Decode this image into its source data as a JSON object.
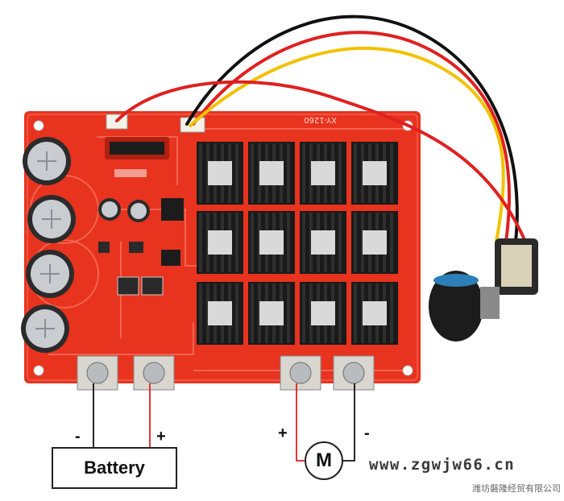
{
  "board": {
    "model_label": "XY-1260"
  },
  "wiring": {
    "battery_label": "Battery",
    "battery_negative": "-",
    "battery_positive": "+",
    "motor_label": "M",
    "motor_positive": "+",
    "motor_negative": "-"
  },
  "watermark": {
    "website": "www.zgwjw66.cn",
    "company": "潍坊磐隆经贸有限公司"
  },
  "colors": {
    "pcb": "#e8331f",
    "heatsink": "#1a1a1a",
    "wire_red": "#e02020",
    "wire_yellow": "#f2c200",
    "wire_black": "#111111",
    "background": "#ffffff"
  }
}
